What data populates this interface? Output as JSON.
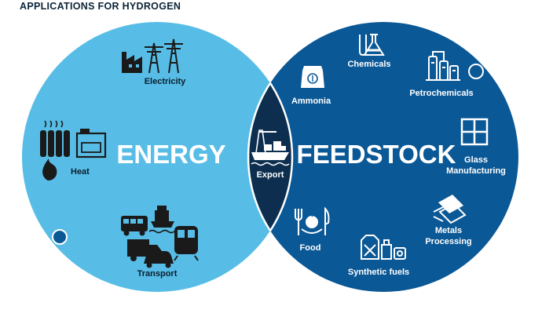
{
  "title": "APPLICATIONS FOR HYDROGEN",
  "colors": {
    "energy_circle": "#58bde6",
    "feedstock_circle": "#0b5896",
    "overlap": "#0d2e4f",
    "icon_dark": "#1a1a1a",
    "text_dark": "#0b1e2e",
    "text_light": "#ffffff"
  },
  "energy": {
    "heading": "ENERGY",
    "items": [
      {
        "label": "Electricity",
        "icon": "factory-pylon-icon"
      },
      {
        "label": "Heat",
        "icon": "radiator-stove-flame-icon"
      },
      {
        "label": "Transport",
        "icon": "vehicles-icon"
      }
    ]
  },
  "overlap": {
    "label": "Export",
    "icon": "cargo-ship-icon"
  },
  "feedstock": {
    "heading": "FEEDSTOCK",
    "items": [
      {
        "label": "Chemicals",
        "icon": "flask-icon"
      },
      {
        "label": "Ammonia",
        "icon": "fertilizer-sack-icon"
      },
      {
        "label": "Petrochemicals",
        "icon": "refinery-icon"
      },
      {
        "label": "Glass",
        "label2": "Manufacturing",
        "icon": "window-icon"
      },
      {
        "label": "Metals",
        "label2": "Processing",
        "icon": "steel-beam-icon"
      },
      {
        "label": "Food",
        "icon": "plate-cutlery-icon"
      },
      {
        "label": "Synthetic fuels",
        "icon": "fuel-canisters-icon"
      }
    ]
  }
}
